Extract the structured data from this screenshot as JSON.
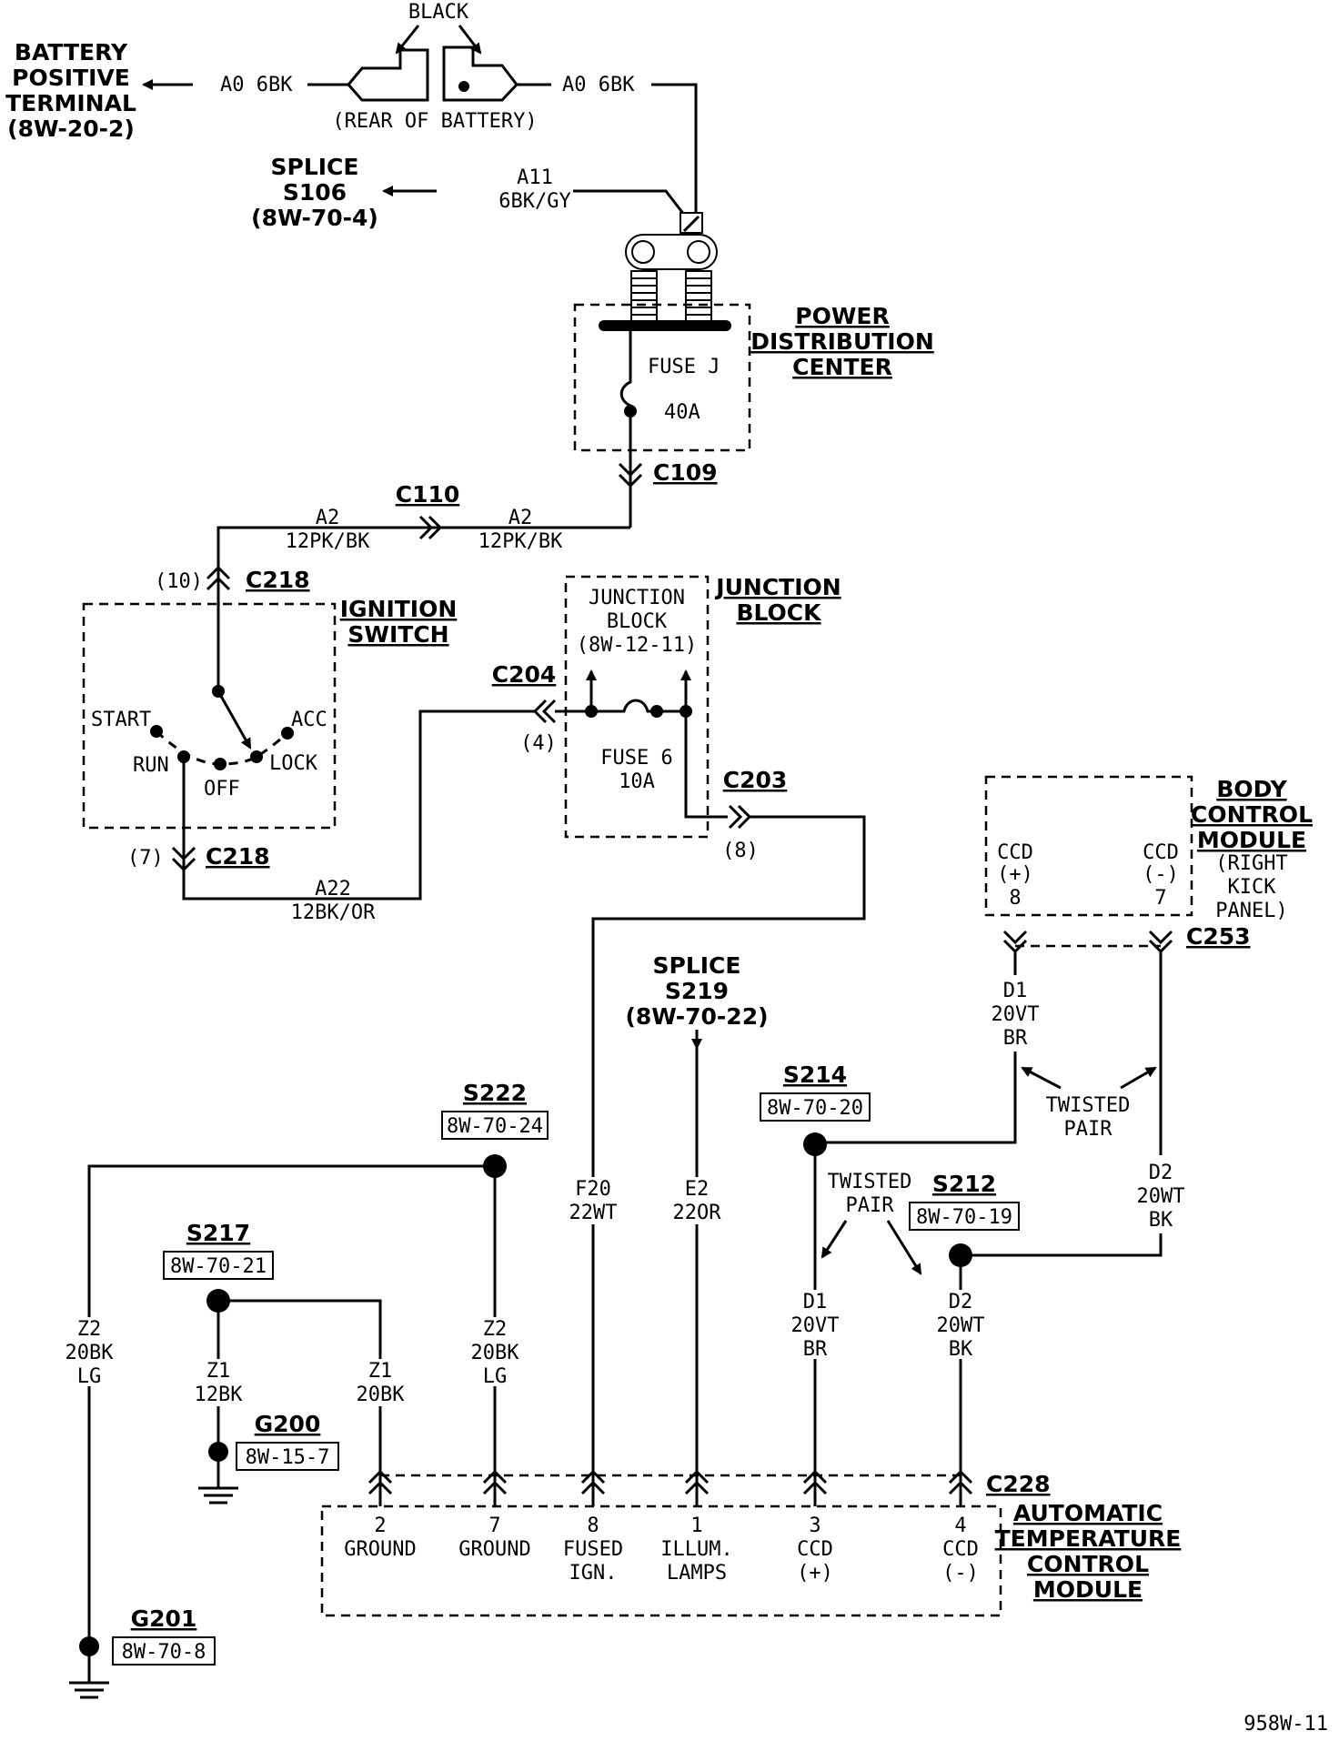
{
  "battery": {
    "title_lines": [
      "BATTERY",
      "POSITIVE",
      "TERMINAL",
      "(8W-20-2)"
    ],
    "wire_left": "A0 6BK",
    "wire_right": "A0 6BK",
    "black_label": "BLACK",
    "rear_label": "(REAR OF BATTERY)"
  },
  "splice_s106": {
    "lines": [
      "SPLICE",
      "S106",
      "(8W-70-4)"
    ],
    "wire_lines": [
      "A11",
      "6BK/GY"
    ]
  },
  "pdc": {
    "title_lines": [
      "POWER",
      "DISTRIBUTION",
      "CENTER"
    ],
    "fuse_name": "FUSE J",
    "fuse_rating": "40A",
    "connector": "C109"
  },
  "c110": {
    "label": "C110",
    "wire_left_lines": [
      "A2",
      "12PK/BK"
    ],
    "wire_right_lines": [
      "A2",
      "12PK/BK"
    ]
  },
  "ignition": {
    "title_lines": [
      "IGNITION",
      "SWITCH"
    ],
    "c218_top": "C218",
    "pin_top": "(10)",
    "c218_bottom": "C218",
    "pin_bottom": "(7)",
    "positions": {
      "start": "START",
      "run": "RUN",
      "off": "OFF",
      "lock": "LOCK",
      "acc": "ACC"
    },
    "wire_lines": [
      "A22",
      "12BK/OR"
    ]
  },
  "junction": {
    "title_lines": [
      "JUNCTION",
      "BLOCK"
    ],
    "inner_lines": [
      "JUNCTION",
      "BLOCK",
      "(8W-12-11)"
    ],
    "fuse_lines": [
      "FUSE 6",
      "10A"
    ],
    "c204": "C204",
    "pin_c204": "(4)",
    "c203": "C203",
    "pin_c203": "(8)"
  },
  "bcm": {
    "title_lines": [
      "BODY",
      "CONTROL",
      "MODULE"
    ],
    "location_lines": [
      "(RIGHT",
      "KICK",
      "PANEL)"
    ],
    "pin_pos_lines": [
      "CCD",
      "(+)",
      "8"
    ],
    "pin_neg_lines": [
      "CCD",
      "(-)",
      "7"
    ],
    "connector": "C253",
    "d1_lines": [
      "D1",
      "20VT",
      "BR"
    ],
    "d2_lines": [
      "D2",
      "20WT",
      "BK"
    ],
    "twisted_lines": [
      "TWISTED",
      "PAIR"
    ]
  },
  "splice_s219": {
    "lines": [
      "SPLICE",
      "S219",
      "(8W-70-22)"
    ]
  },
  "s222": {
    "name": "S222",
    "ref": "8W-70-24"
  },
  "s214": {
    "name": "S214",
    "ref": "8W-70-20"
  },
  "s212": {
    "name": "S212",
    "ref": "8W-70-19"
  },
  "s217": {
    "name": "S217",
    "ref": "8W-70-21"
  },
  "g200": {
    "name": "G200",
    "ref": "8W-15-7"
  },
  "g201": {
    "name": "G201",
    "ref": "8W-70-8"
  },
  "wires": {
    "z2_left_lines": [
      "Z2",
      "20BK",
      "LG"
    ],
    "z2_right_lines": [
      "Z2",
      "20BK",
      "LG"
    ],
    "z1_left_lines": [
      "Z1",
      "12BK"
    ],
    "z1_right_lines": [
      "Z1",
      "20BK"
    ],
    "f20_lines": [
      "F20",
      "22WT"
    ],
    "e2_lines": [
      "E2",
      "22OR"
    ],
    "d1_lines": [
      "D1",
      "20VT",
      "BR"
    ],
    "d2_lines": [
      "D2",
      "20WT",
      "BK"
    ],
    "twisted_lines": [
      "TWISTED",
      "PAIR"
    ]
  },
  "atc": {
    "title_lines": [
      "AUTOMATIC",
      "TEMPERATURE",
      "CONTROL",
      "MODULE"
    ],
    "connector": "C228",
    "pins": [
      {
        "lines": [
          "2",
          "GROUND"
        ]
      },
      {
        "lines": [
          "7",
          "GROUND"
        ]
      },
      {
        "lines": [
          "8",
          "FUSED",
          "IGN."
        ]
      },
      {
        "lines": [
          "1",
          "ILLUM.",
          "LAMPS"
        ]
      },
      {
        "lines": [
          "3",
          "CCD",
          "(+)"
        ]
      },
      {
        "lines": [
          "4",
          "CCD",
          "(-)"
        ]
      }
    ]
  },
  "figure_id": "958W-11"
}
